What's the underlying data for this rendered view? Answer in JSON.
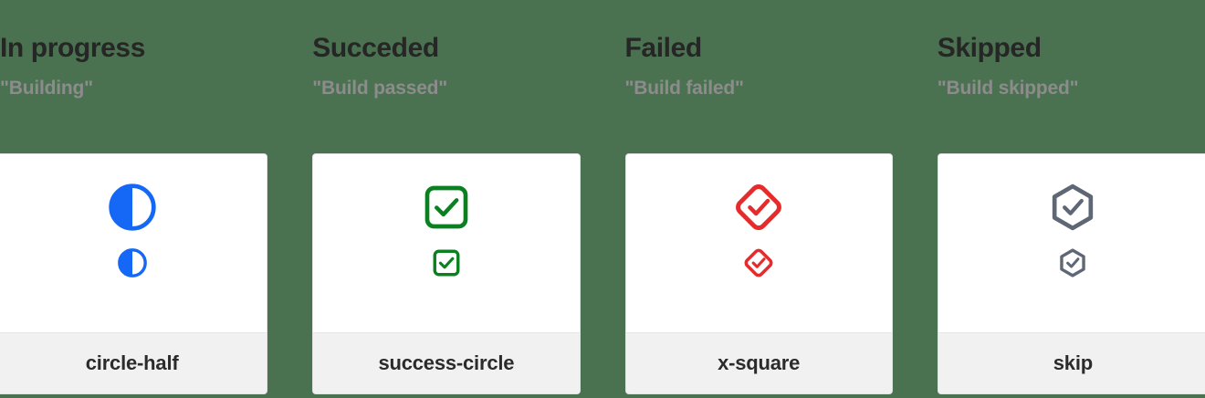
{
  "page": {
    "background_color": "#4b7250",
    "card_background": "#ffffff",
    "card_footer_background": "#f1f1f1",
    "heading_color": "#262626",
    "subheading_color": "#8c8c8c"
  },
  "columns": [
    {
      "heading": "In progress",
      "subheading": "\"Building\"",
      "icon_name": "circle-half",
      "icon_label": "circle-half",
      "icon_color": "#1567f5"
    },
    {
      "heading": "Succeded",
      "subheading": "\"Build passed\"",
      "icon_name": "success-circle",
      "icon_label": "success-circle",
      "icon_color": "#0a8020"
    },
    {
      "heading": "Failed",
      "subheading": "\"Build failed\"",
      "icon_name": "x-square",
      "icon_label": "x-square",
      "icon_color": "#e52b2b"
    },
    {
      "heading": "Skipped",
      "subheading": "\"Build skipped\"",
      "icon_name": "skip",
      "icon_label": "skip",
      "icon_color": "#5e6775"
    }
  ]
}
